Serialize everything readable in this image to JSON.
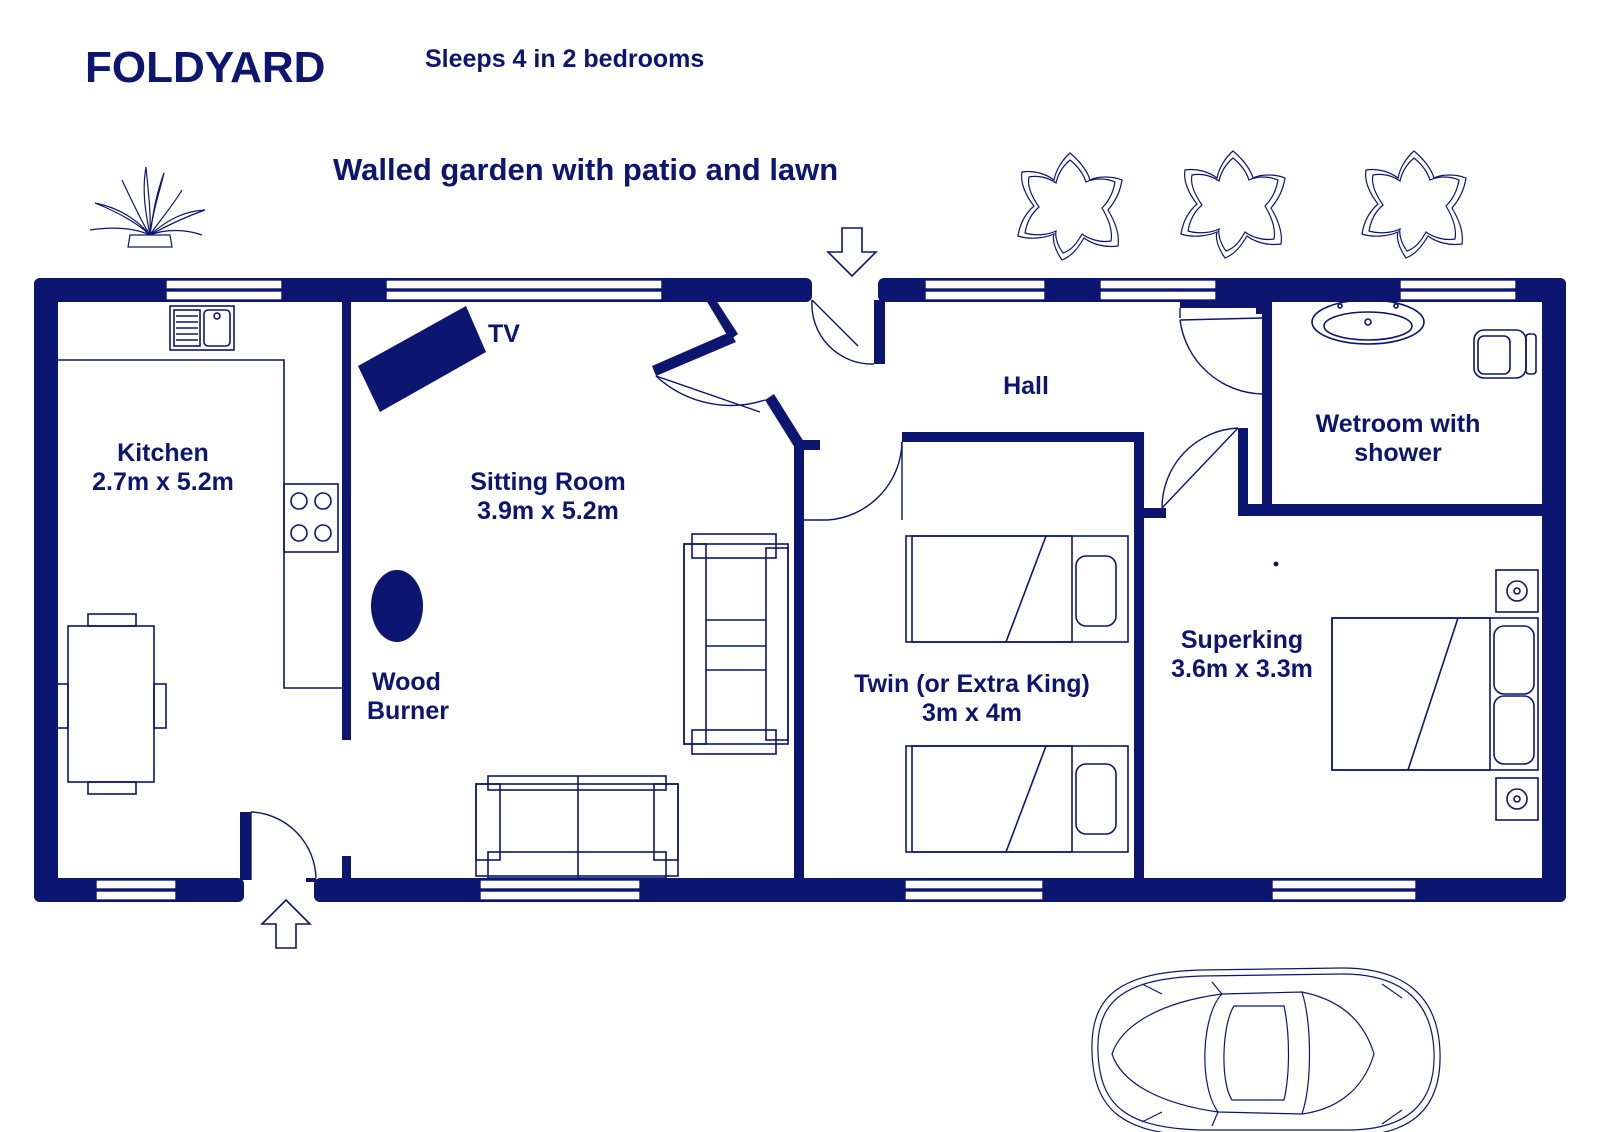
{
  "header": {
    "title": "FOLDYARD",
    "subtitle": "Sleeps 4 in 2 bedrooms"
  },
  "garden_label": "Walled garden with patio and lawn",
  "rooms": {
    "kitchen": {
      "name": "Kitchen",
      "size": "2.7m x 5.2m"
    },
    "sitting": {
      "name": "Sitting Room",
      "size": "3.9m x 5.2m"
    },
    "hall": {
      "name": "Hall"
    },
    "wetroom": {
      "line1": "Wetroom with",
      "line2": "shower"
    },
    "twin": {
      "name": "Twin (or Extra King)",
      "size": "3m x 4m"
    },
    "superking": {
      "name": "Superking",
      "size": "3.6m x 3.3m"
    }
  },
  "fixtures": {
    "tv": "TV",
    "wood_burner_line1": "Wood",
    "wood_burner_line2": "Burner"
  },
  "colors": {
    "ink": "#0c1670",
    "background": "#ffffff"
  },
  "icons": [
    "plant-icon",
    "flower-icon",
    "entry-arrow-icon",
    "car-icon",
    "bed-icon",
    "sofa-icon",
    "table-icon",
    "sink-icon",
    "hob-icon",
    "basin-icon",
    "toilet-icon",
    "bedside-lamp-icon"
  ]
}
